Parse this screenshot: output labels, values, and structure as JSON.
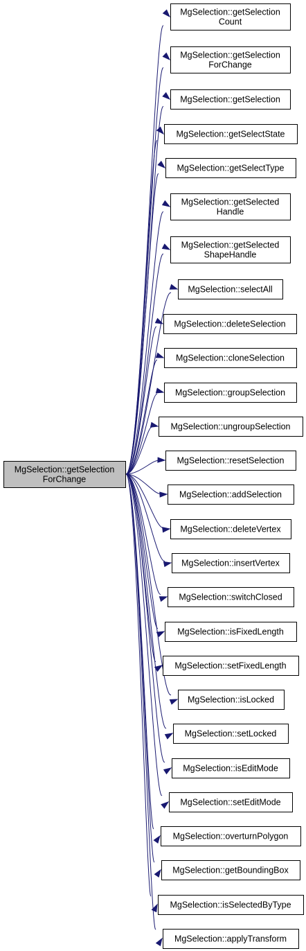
{
  "colors": {
    "root_fill": "#bfbfbf",
    "node_fill": "#ffffff",
    "border": "#000000",
    "edge": "#191970"
  },
  "root": {
    "lines": [
      "MgSelection::getSelection",
      "ForChange"
    ]
  },
  "callees": [
    {
      "lines": [
        "MgSelection::getSelection",
        "Count"
      ]
    },
    {
      "lines": [
        "MgSelection::getSelection",
        "ForChange"
      ]
    },
    {
      "lines": [
        "MgSelection::getSelection"
      ]
    },
    {
      "lines": [
        "MgSelection::getSelectState"
      ]
    },
    {
      "lines": [
        "MgSelection::getSelectType"
      ]
    },
    {
      "lines": [
        "MgSelection::getSelected",
        "Handle"
      ]
    },
    {
      "lines": [
        "MgSelection::getSelected",
        "ShapeHandle"
      ]
    },
    {
      "lines": [
        "MgSelection::selectAll"
      ]
    },
    {
      "lines": [
        "MgSelection::deleteSelection"
      ]
    },
    {
      "lines": [
        "MgSelection::cloneSelection"
      ]
    },
    {
      "lines": [
        "MgSelection::groupSelection"
      ]
    },
    {
      "lines": [
        "MgSelection::ungroupSelection"
      ]
    },
    {
      "lines": [
        "MgSelection::resetSelection"
      ]
    },
    {
      "lines": [
        "MgSelection::addSelection"
      ]
    },
    {
      "lines": [
        "MgSelection::deleteVertex"
      ]
    },
    {
      "lines": [
        "MgSelection::insertVertex"
      ]
    },
    {
      "lines": [
        "MgSelection::switchClosed"
      ]
    },
    {
      "lines": [
        "MgSelection::isFixedLength"
      ]
    },
    {
      "lines": [
        "MgSelection::setFixedLength"
      ]
    },
    {
      "lines": [
        "MgSelection::isLocked"
      ]
    },
    {
      "lines": [
        "MgSelection::setLocked"
      ]
    },
    {
      "lines": [
        "MgSelection::isEditMode"
      ]
    },
    {
      "lines": [
        "MgSelection::setEditMode"
      ]
    },
    {
      "lines": [
        "MgSelection::overturnPolygon"
      ]
    },
    {
      "lines": [
        "MgSelection::getBoundingBox"
      ]
    },
    {
      "lines": [
        "MgSelection::isSelectedByType"
      ]
    },
    {
      "lines": [
        "MgSelection::applyTransform"
      ]
    }
  ]
}
